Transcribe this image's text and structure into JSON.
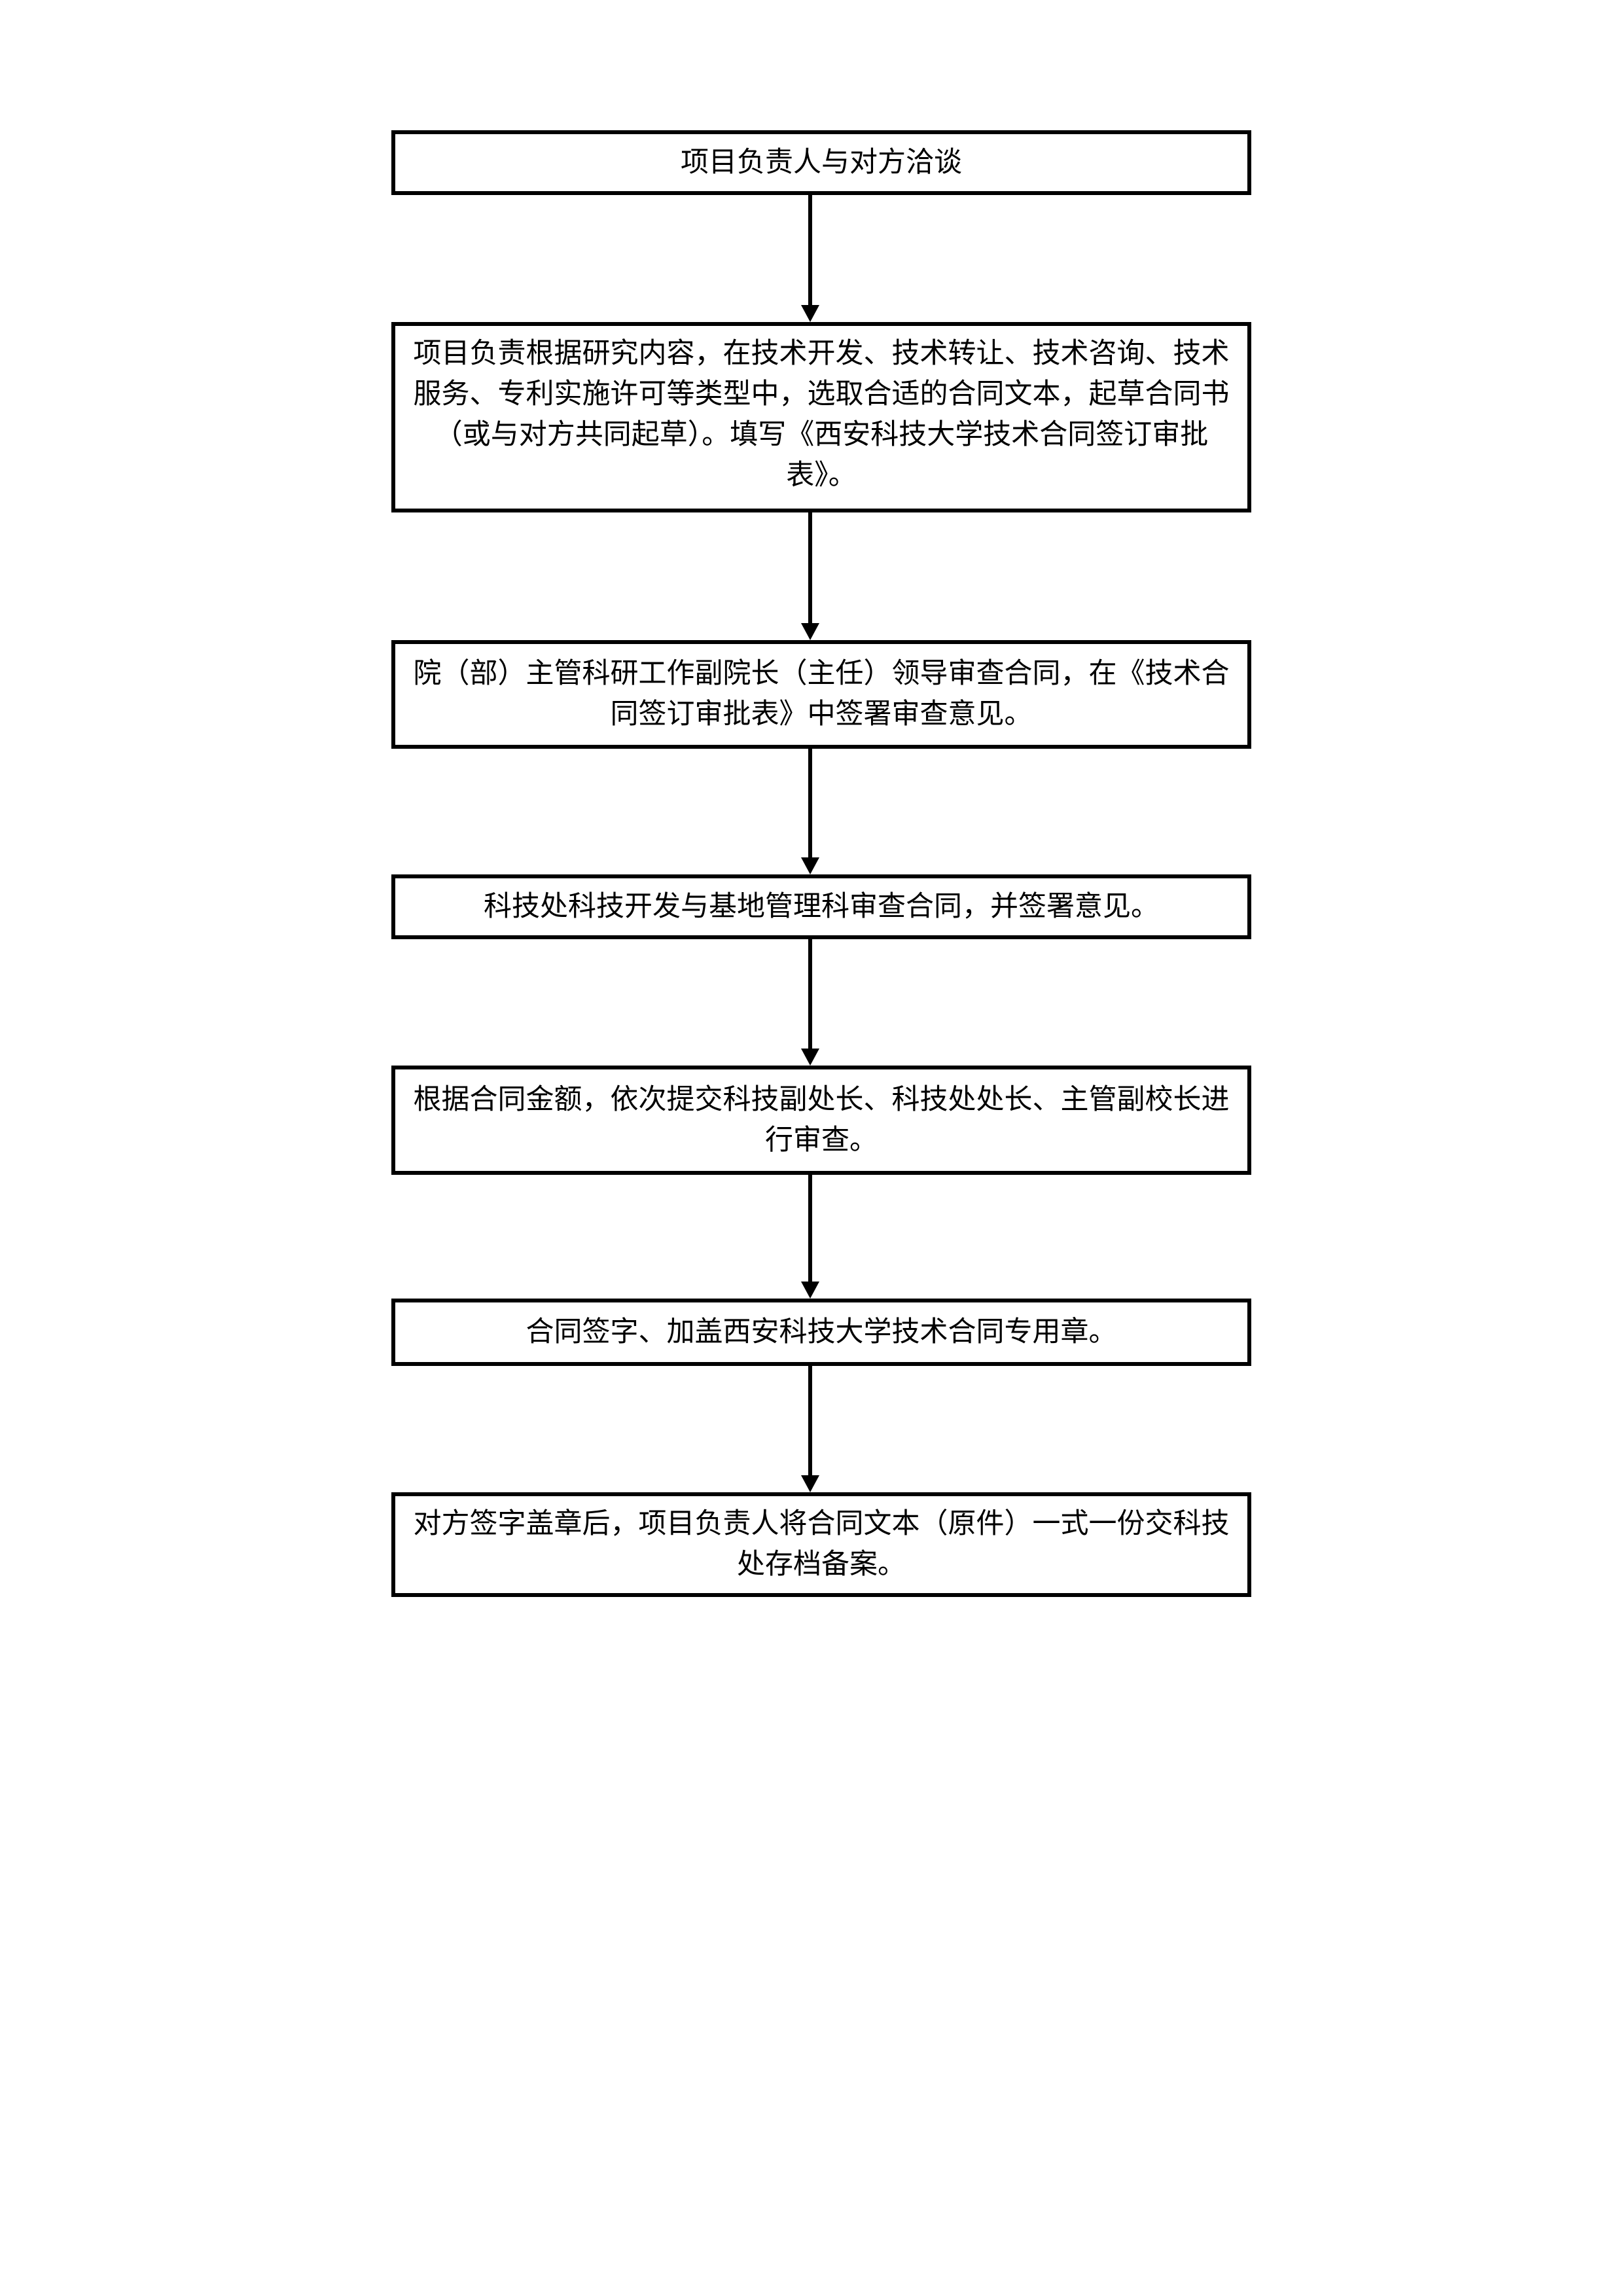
{
  "document": {
    "background_color": "#ffffff",
    "text_color": "#000000",
    "box_border_color": "#000000",
    "connector_color": "#000000"
  },
  "flowchart": {
    "type": "vertical-process-flow",
    "direction": "top-down",
    "steps": [
      {
        "order": 1,
        "text": "项目负责人与对方洽谈"
      },
      {
        "order": 2,
        "text": "项目负责根据研究内容，在技术开发、技术转让、技术咨询、技术服务、专利实施许可等类型中，选取合适的合同文本，起草合同书（或与对方共同起草）。填写《西安科技大学技术合同签订审批表》。"
      },
      {
        "order": 3,
        "text": "院（部）主管科研工作副院长（主任）领导审查合同，在《技术合同签订审批表》中签署审查意见。"
      },
      {
        "order": 4,
        "text": "科技处科技开发与基地管理科审查合同，并签署意见。"
      },
      {
        "order": 5,
        "text": "根据合同金额，依次提交科技副处长、科技处处长、主管副校长进行审查。"
      },
      {
        "order": 6,
        "text": "合同签字、加盖西安科技大学技术合同专用章。"
      },
      {
        "order": 7,
        "text": "对方签字盖章后，项目负责人将合同文本（原件）一式一份交科技处存档备案。"
      }
    ],
    "connectors": [
      {
        "from": 1,
        "to": 2,
        "style": "solid-down-arrow"
      },
      {
        "from": 2,
        "to": 3,
        "style": "solid-down-arrow"
      },
      {
        "from": 3,
        "to": 4,
        "style": "solid-down-arrow"
      },
      {
        "from": 4,
        "to": 5,
        "style": "solid-down-arrow"
      },
      {
        "from": 5,
        "to": 6,
        "style": "solid-down-arrow"
      },
      {
        "from": 6,
        "to": 7,
        "style": "solid-down-arrow"
      }
    ]
  }
}
